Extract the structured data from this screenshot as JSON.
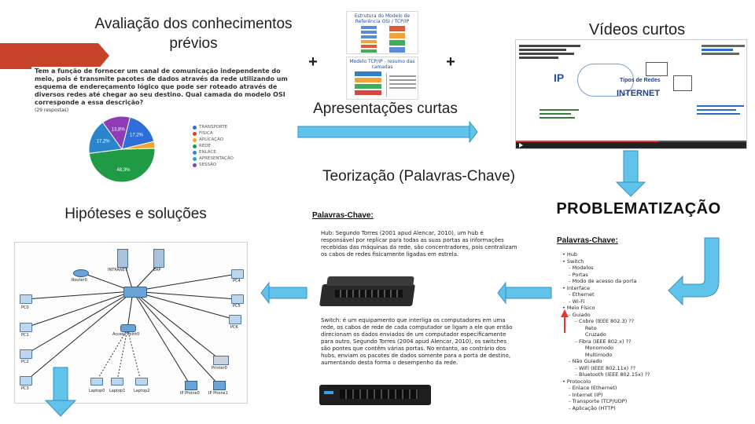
{
  "labels": {
    "prior_knowledge": "Avaliação dos conhecimentos prévios",
    "short_videos": "Vídeos curtos",
    "short_presentations": "Apresentações curtas",
    "theorization": "Teorização (Palavras-Chave)",
    "hypotheses": "Hipóteses e soluções",
    "problematization": "PROBLEMATIZAÇÃO",
    "plus_left": "+",
    "plus_right": "+"
  },
  "quiz": {
    "question": "Tem a função de fornecer um canal de comunicação independente do meio, pois é transmite pacotes de dados através da rede utilizando um esquema de endereçamento lógico que pode ser roteado através de diversos redes até chegar ao seu destino. Qual camada do modelo OSI corresponde a essa descrição?",
    "responses": "(29 respostas)",
    "legend": [
      "TRANSPORTE",
      "FÍSICA",
      "APLICAÇÃO",
      "REDE",
      "ENLACE",
      "APRESENTAÇÃO",
      "SESSÃO"
    ]
  },
  "chart_data": {
    "type": "pie",
    "categories": [
      "TRANSPORTE",
      "FÍSICA",
      "APLICAÇÃO",
      "REDE",
      "ENLACE",
      "APRESENTAÇÃO",
      "SESSÃO"
    ],
    "values": [
      17.2,
      0,
      3.4,
      48.3,
      17.2,
      0,
      13.8
    ],
    "slice_labels": [
      "17,2%",
      "48,3%",
      "17,2%",
      "13,8%"
    ],
    "colors": [
      "#2e6ed8",
      "#e03a2c",
      "#f3a52a",
      "#1f9b45",
      "#2a85cc",
      "#2aa3c9",
      "#8e3cb8"
    ]
  },
  "presentations": {
    "slide1_title": "Estrutura do Modelo de Referência OSI / TCP/IP",
    "slide2_title": "Modelo TCP/IP - resumo das camadas"
  },
  "video": {
    "headline": "INTERNET",
    "sub": "Tipos de Redes",
    "tag": "IP"
  },
  "keywords_center": {
    "title": "Palavras-Chave:",
    "hub_text": "Hub: Segundo Torres (2001 apud Alencar, 2010), um hub é responsável por replicar para todas as suas portas as informações recebidas das máquinas da rede, são concentradores, pois centralizam os cabos de redes fisicamente ligadas em estrela.",
    "switch_text": "Switch: é um equipamento que interliga os computadores em uma rede, os cabos de rede de cada computador se ligam a ele que então direcionam os dados enviados de um computador especificamente para outro. Segundo Torres (2004 apud Alencar, 2010), os switches são pontes que contêm várias portas. No entanto, ao contrário dos hubs, enviam os pacotes de dados somente para a porta de destino, aumentando desta forma o desempenho da rede."
  },
  "keywords_right": {
    "title": "Palavras-Chave:",
    "items": [
      "• Hub",
      "• Switch",
      "    - Modelos",
      "    - Portas",
      "    - Modo de acesso da porta",
      "• Interface",
      "    - Ethernet",
      "    - Wi-Fi",
      "• Meio Físico",
      "    - Guiado",
      "        - Cobre (IEEE 802.3) ??",
      "              Reto",
      "              Cruzado",
      "        - Fibra (IEEE 802.x) ??",
      "              Monomodo",
      "              Multimodo",
      "    - Não Guiado",
      "        - WiFi (IEEE 802.11x) ??",
      "        - Bluetooth (IEEE 802.15x) ??",
      "• Protocolo",
      "    - Enlace (Ethernet)",
      "    - Internet (IP)",
      "    - Transporte (TCP/UDP)",
      "    - Aplicação (HTTP)"
    ]
  },
  "network": {
    "nodes": [
      "INTRANET",
      "ERP",
      "Router0",
      "PC0",
      "PC1",
      "PC2",
      "PC3",
      "PC4",
      "PC5",
      "PC6",
      "Laptop0",
      "Laptop1",
      "Laptop2",
      "Printer0",
      "IP Phone0",
      "IP Phone1",
      "Access Point0"
    ]
  },
  "colors": {
    "arrow_fill": "#5fc3ea",
    "arrow_border": "#3a8fc4",
    "red_arrow": "#e8372a",
    "accent_tab": "#c8422a"
  }
}
